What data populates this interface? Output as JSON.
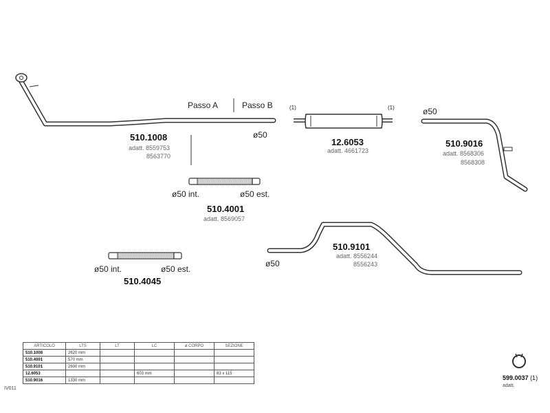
{
  "parts": {
    "p510_1008": {
      "code": "510.1008",
      "adatt": "adatt. 8559753",
      "adatt2": "8563770"
    },
    "p12_6053": {
      "code": "12.6053",
      "adatt": "adatt. 4661723"
    },
    "p510_9016": {
      "code": "510.9016",
      "adatt": "adatt. 8568306",
      "adatt2": "8568308"
    },
    "p510_4001": {
      "code": "510.4001",
      "adatt": "adatt. 8569057"
    },
    "p510_9101": {
      "code": "510.9101",
      "adatt": "adatt. 8556244",
      "adatt2": "8556243"
    },
    "p510_4045": {
      "code": "510.4045"
    },
    "p599_0037": {
      "code": "599.0037",
      "suffix": "(1)",
      "adatt": "adatt."
    }
  },
  "labels": {
    "passo_a": "Passo A",
    "passo_b": "Passo B",
    "dia50": "ø50",
    "dia50_int": "ø50  int.",
    "dia50_est": "ø50  est.",
    "note1": "(1)"
  },
  "table": {
    "headers": [
      "ARTICOLO",
      "LTS",
      "LT",
      "LC",
      "ø CORPO",
      "SEZIONE"
    ],
    "rows": [
      [
        "510.1008",
        "2620 mm",
        "",
        "",
        "",
        ""
      ],
      [
        "510.4001",
        "570 mm",
        "",
        "",
        "",
        ""
      ],
      [
        "510.9101",
        "2600 mm",
        "",
        "",
        "",
        ""
      ],
      [
        "12.6053",
        "",
        "",
        "603 mm",
        "",
        "83 x 115"
      ],
      [
        "510.9016",
        "1330 mm",
        "",
        "",
        "",
        ""
      ]
    ],
    "side_label": "IV011"
  },
  "colors": {
    "line": "#333333",
    "pipe_fill": "#ffffff",
    "flex_fill": "#6b6b6b"
  }
}
